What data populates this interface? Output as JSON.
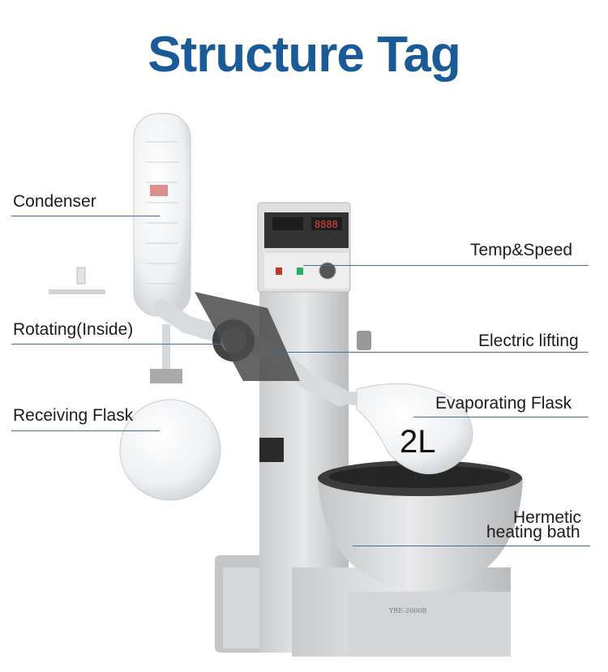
{
  "title": "Structure Tag",
  "labels": {
    "condenser": "Condenser",
    "rotating": "Rotating(Inside)",
    "receiving": "Receiving Flask",
    "temp_speed": "Temp&Speed",
    "lifting": "Electric lifting",
    "evaporating": "Evaporating Flask",
    "hermetic_line1": "Hermetic",
    "hermetic_line2": "heating bath"
  },
  "flask_size": "2L",
  "colors": {
    "title": "#1a5a97",
    "callout_line": "#3a6f9f",
    "label_text": "#1c1c1c"
  }
}
